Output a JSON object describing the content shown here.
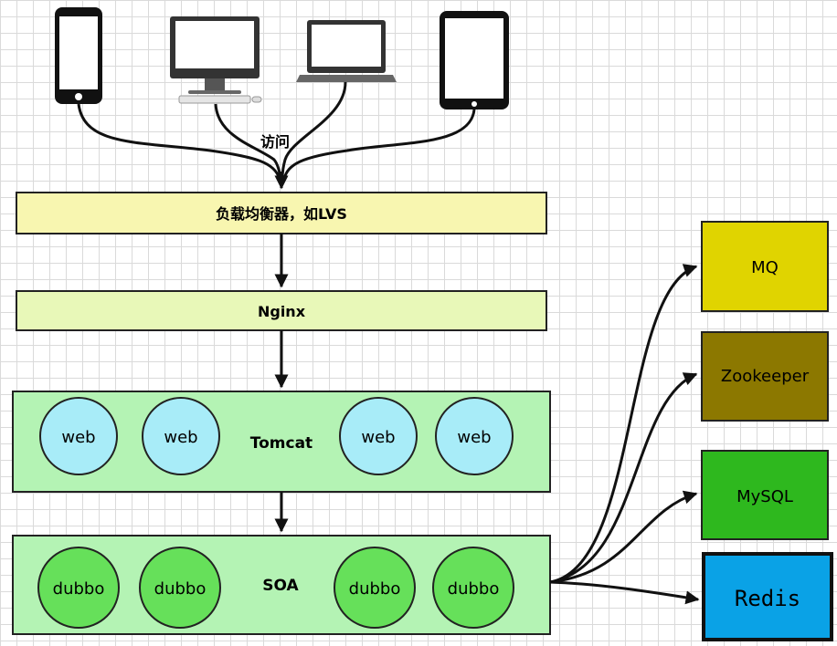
{
  "access_label": "访问",
  "load_balancer": {
    "label": "负载均衡器，如LVS",
    "color": "#f8f6b0"
  },
  "nginx": {
    "label": "Nginx",
    "color": "#e8f8b8"
  },
  "tomcat": {
    "label": "Tomcat",
    "color": "#b4f3b4",
    "nodes": [
      "web",
      "web",
      "web",
      "web"
    ],
    "node_color": "#a8ecf8"
  },
  "soa": {
    "label": "SOA",
    "color": "#b4f3b4",
    "nodes": [
      "dubbo",
      "dubbo",
      "dubbo",
      "dubbo"
    ],
    "node_color": "#66e05a"
  },
  "services": [
    {
      "label": "MQ",
      "color": "#e0d400"
    },
    {
      "label": "Zookeeper",
      "color": "#8c7800"
    },
    {
      "label": "MySQL",
      "color": "#2eb81e"
    },
    {
      "label": "Redis",
      "color": "#0aa2e6"
    }
  ],
  "devices": [
    {
      "icon": "phone-icon"
    },
    {
      "icon": "desktop-monitor-icon"
    },
    {
      "icon": "laptop-icon"
    },
    {
      "icon": "tablet-icon"
    }
  ]
}
